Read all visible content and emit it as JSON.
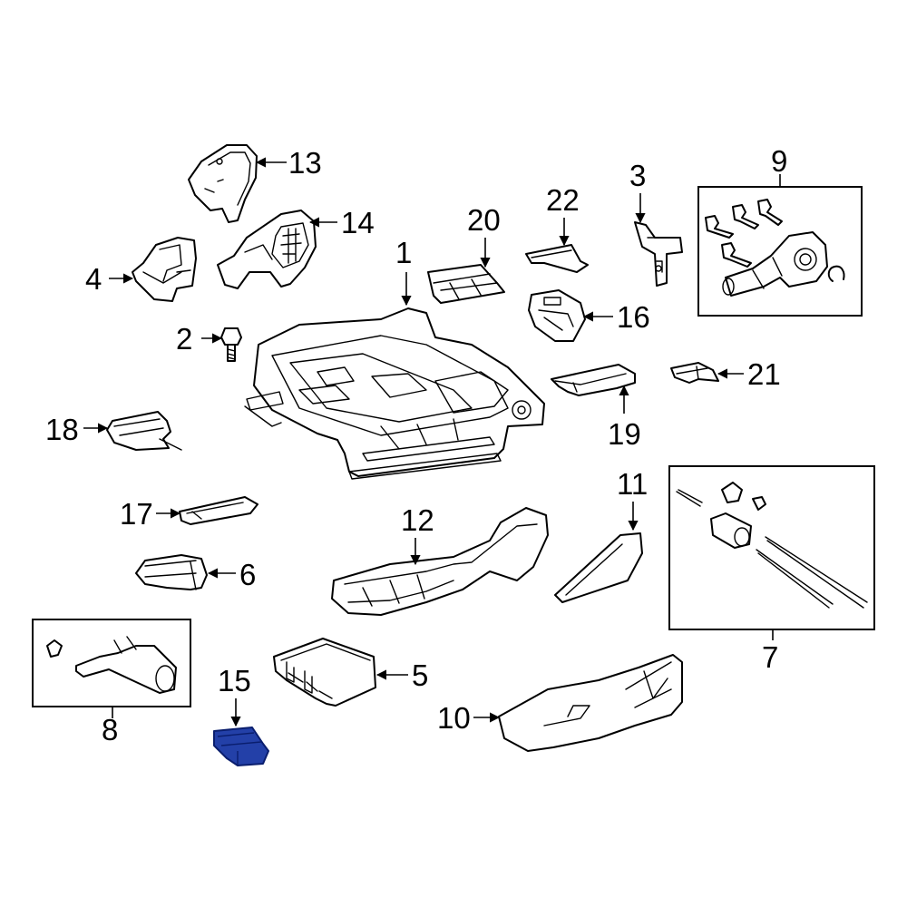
{
  "highlight_color": "#2340a8",
  "labels": {
    "p1": "1",
    "p2": "2",
    "p3": "3",
    "p4": "4",
    "p5": "5",
    "p6": "6",
    "p7": "7",
    "p8": "8",
    "p9": "9",
    "p10": "10",
    "p11": "11",
    "p12": "12",
    "p13": "13",
    "p14": "14",
    "p15": "15",
    "p16": "16",
    "p17": "17",
    "p18": "18",
    "p19": "19",
    "p20": "20",
    "p21": "21",
    "p22": "22"
  },
  "highlighted_part": "15"
}
